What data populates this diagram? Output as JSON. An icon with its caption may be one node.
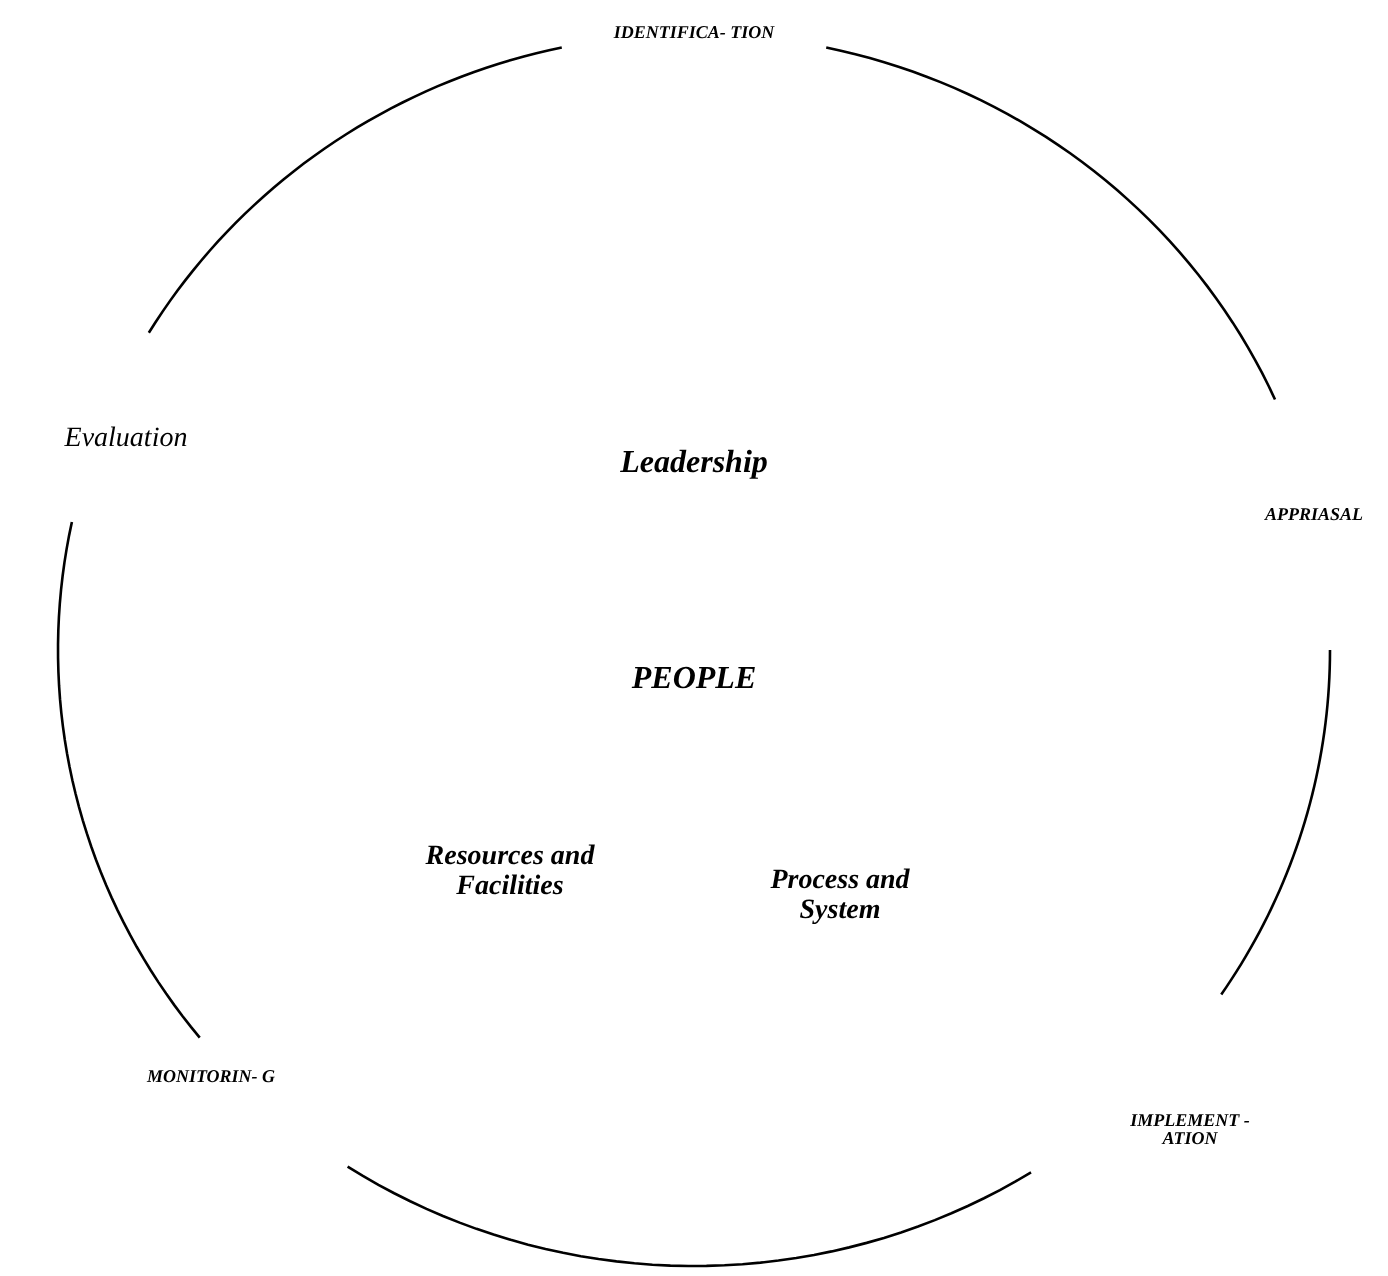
{
  "diagram": {
    "nodes": [
      {
        "text": [
          "IDENTIFICA- TION"
        ]
      },
      {
        "text": [
          "APPRIASAL"
        ]
      },
      {
        "text": [
          "IMPLEMENT -ATION"
        ]
      },
      {
        "text": [
          "MONITORIN- G"
        ]
      },
      {
        "text": [
          "Evaluation"
        ]
      }
    ],
    "edges": [
      {
        "from": 0,
        "to": 1,
        "arrow": "none"
      },
      {
        "from": 1,
        "to": 2,
        "arrow": "none"
      },
      {
        "from": 2,
        "to": 3,
        "arrow": "none"
      },
      {
        "from": 3,
        "to": 4,
        "arrow": "none"
      },
      {
        "from": 4,
        "to": 0,
        "arrow": "none"
      }
    ],
    "labels": [
      "Leadership",
      "PEOPLE",
      "Resources and Facilities",
      "Process and System"
    ]
  }
}
